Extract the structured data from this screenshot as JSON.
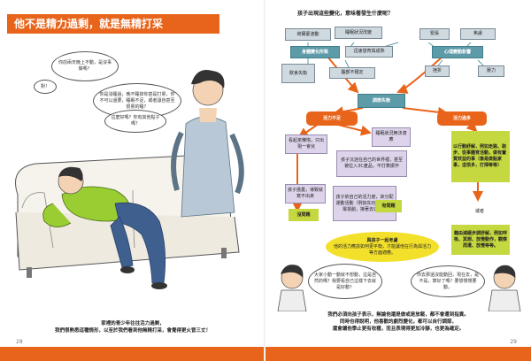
{
  "left_page": {
    "title": "他不是精力過剩，就是無精打采",
    "bubbles": [
      "你前兩天晚上不動，是沒事做嗎？",
      "對！",
      "你是沒睡過，晚不睡掉你甚是打累，你不可以還要，睡眠不足，或者讓自甚至很累的睡？",
      "這麼好嗎？你有其他點子嗎？"
    ],
    "caption_line1": "家裡的青少年往往活力過剩，",
    "caption_line2": "我們很熟悉這種情形，以至於我們看到他無精打采，會覺得更火冒三丈！",
    "page_number": "28"
  },
  "right_page": {
    "question": "孩子出現這些變化，意味著發生什麼呢？",
    "physical_boxes": [
      "荷爾蒙波動",
      "睡眠狀況改變",
      "迅速發育與成熟",
      "飲食失衡",
      "腦部不穩定"
    ],
    "physical_label": "身體變化所致",
    "psych_boxes": [
      "緊張",
      "焦慮",
      "挫折",
      "壓力"
    ],
    "psych_label": "心理變動影響",
    "center_label": "調節失衡",
    "low_energy": "活力不足",
    "high_energy": "活力過多",
    "sleep_box": "睡眠狀況無法適應",
    "low_boxes": [
      "看起來懶惰，只出現一會兒",
      "孩子沉迷在自己的世界裡，甚至被拉入3C產品，不打算振作",
      "孩子擔憂，導致就寫不出來",
      "孩子依自己的活力度，來分配運動活動（例如先玩幾小時看電視劇，接著去運動）"
    ],
    "no_problem": "沒問題",
    "no_problem_2": "有問題",
    "high_box": "以行動紓解，例如走路、跑步、從事體育活動，做有實質效益的事（像是做點家事，這很多，打掃等等）",
    "or_label": "或者",
    "relax_box": "藉由減緩步調舒解，例如呼吸、冥想、放慢動作，觀察周遭、放慢等等。",
    "yellow_oval_title": "與孩子一起考慮",
    "yellow_oval_body": "他的活力應該如何更平衡，才能讓他在行為與活力等方面適應。",
    "bubbles": [
      "大家小動一動就不想動，這是自然的嗎？我要看自己這樣下去就是好動？",
      "你去那還沒能動回，現在去，是不是，算好了嗎？要想慢慢要動。"
    ],
    "caption_line1": "我們必須向孩子表示，無論他還是做或是放鬆，都不會遭到指責。",
    "caption_line2": "同時也得說明，他喜歡的劇烈變化，都可以自行調節，",
    "caption_line3": "還會讓他學止更有收穫，而且表現得更加冷靜，也更為確定。",
    "page_number": "29"
  },
  "colors": {
    "accent": "#e8641b",
    "teal": "#5e9ba8",
    "green": "#c5d83f",
    "yellow": "#f3e02b",
    "lavender": "#ddd3ea"
  }
}
